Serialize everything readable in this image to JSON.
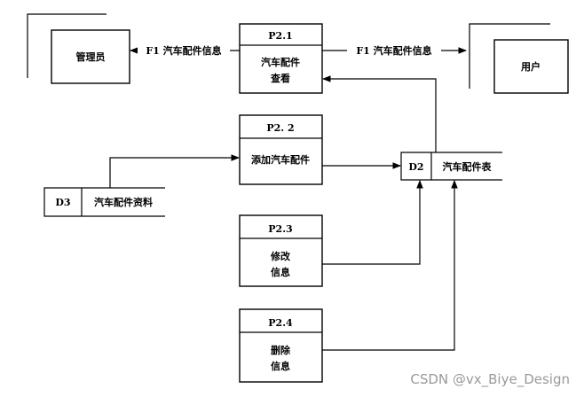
{
  "entities": {
    "admin": "管理员",
    "user": "用户"
  },
  "processes": {
    "p21": {
      "id": "P2.1",
      "line1": "汽车配件",
      "line2": "查看"
    },
    "p22": {
      "id": "P2. 2",
      "line1": "添加汽车配件"
    },
    "p23": {
      "id": "P2.3",
      "line1": "修改",
      "line2": "信息"
    },
    "p24": {
      "id": "P2.4",
      "line1": "删除",
      "line2": "信息"
    }
  },
  "stores": {
    "d2": {
      "id": "D2",
      "name": "汽车配件表"
    },
    "d3": {
      "id": "D3",
      "name": "汽车配件资料"
    }
  },
  "flows": {
    "to_admin": "F1 汽车配件信息",
    "to_user": "F1 汽车配件信息"
  },
  "watermark": "CSDN @vx_Biye_Design"
}
